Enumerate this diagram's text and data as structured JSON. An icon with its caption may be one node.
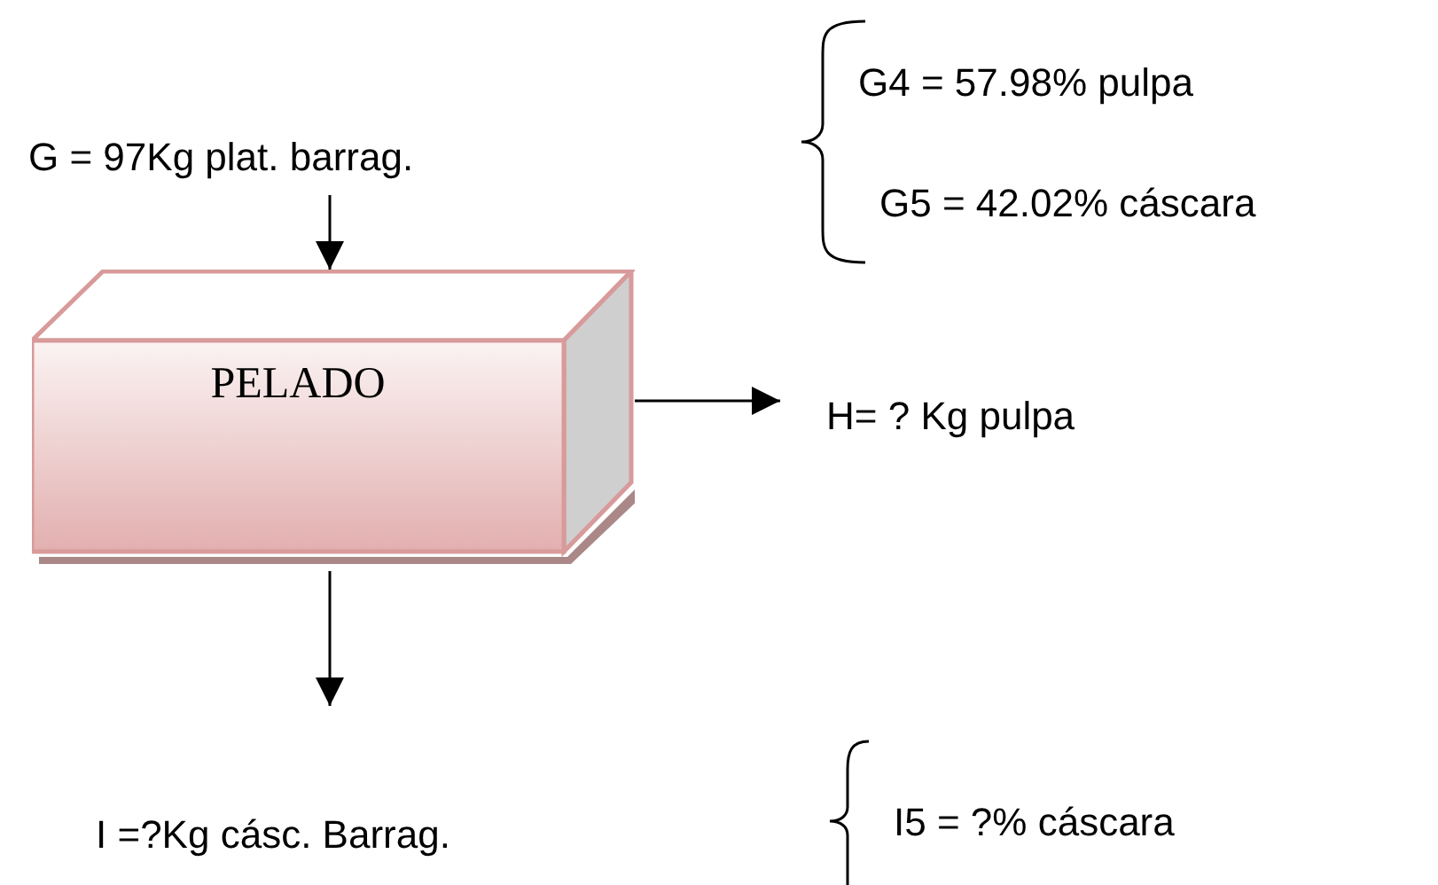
{
  "diagram": {
    "nodes": [
      {
        "text": [
          "G = 97Kg plat. barrag."
        ]
      },
      {
        "text": [
          "PELADO"
        ]
      },
      {
        "text": [
          "H= ? Kg pulpa"
        ]
      },
      {
        "text": [
          "I =?Kg cásc. Barrag."
        ]
      }
    ],
    "edges": [
      {
        "from": 0,
        "to": 1,
        "arrow": "to"
      },
      {
        "from": 1,
        "to": 2,
        "arrow": "to"
      },
      {
        "from": 1,
        "to": 3,
        "arrow": "to"
      }
    ],
    "labels": [
      "G4 = 57.98% pulpa",
      "G5 = 42.02% cáscara",
      "I5 = ?% cáscara"
    ]
  }
}
